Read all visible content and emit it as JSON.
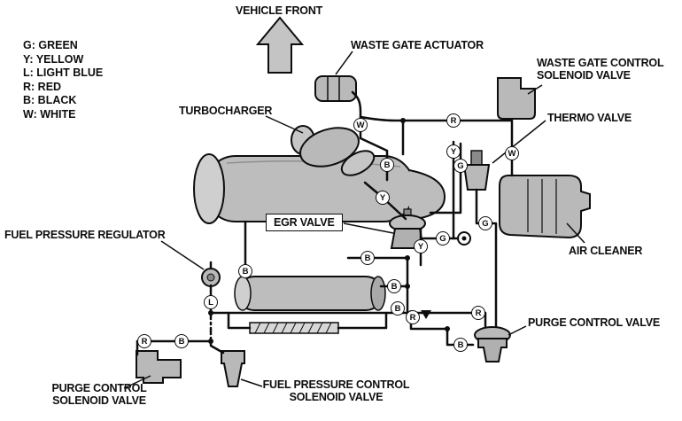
{
  "legend": {
    "items": [
      {
        "code": "G",
        "text": "G: GREEN"
      },
      {
        "code": "Y",
        "text": "Y: YELLOW"
      },
      {
        "code": "L",
        "text": "L: LIGHT BLUE"
      },
      {
        "code": "R",
        "text": "R: RED"
      },
      {
        "code": "B",
        "text": "B: BLACK"
      },
      {
        "code": "W",
        "text": "W: WHITE"
      }
    ]
  },
  "labels": {
    "vehicle_front": "VEHICLE FRONT",
    "waste_gate_actuator": "WASTE GATE ACTUATOR",
    "waste_gate_control_solenoid_valve": "WASTE GATE CONTROL\nSOLENOID VALVE",
    "turbocharger": "TURBOCHARGER",
    "thermo_valve": "THERMO VALVE",
    "egr_valve": "EGR VALVE",
    "air_cleaner": "AIR CLEANER",
    "fuel_pressure_regulator": "FUEL PRESSURE REGULATOR",
    "purge_control_valve": "PURGE CONTROL VALVE",
    "purge_control_solenoid_valve": "PURGE CONTROL\nSOLENOID VALVE",
    "fuel_pressure_control_solenoid_valve": "FUEL PRESSURE CONTROL\nSOLENOID VALVE"
  },
  "hose_markers": [
    {
      "letter": "W"
    },
    {
      "letter": "B"
    },
    {
      "letter": "R"
    },
    {
      "letter": "Y"
    },
    {
      "letter": "G"
    },
    {
      "letter": "W"
    },
    {
      "letter": "Y"
    },
    {
      "letter": "G"
    },
    {
      "letter": "G"
    },
    {
      "letter": "Y"
    },
    {
      "letter": "B"
    },
    {
      "letter": "B"
    },
    {
      "letter": "B"
    },
    {
      "letter": "L"
    },
    {
      "letter": "B"
    },
    {
      "letter": "R"
    },
    {
      "letter": "R"
    },
    {
      "letter": "B"
    },
    {
      "letter": "R"
    },
    {
      "letter": "B"
    }
  ],
  "colors": {
    "ink": "#0d0d0d",
    "component_fill": "#bdbdbd",
    "component_fill_light": "#cfcfcf",
    "background": "#ffffff"
  }
}
